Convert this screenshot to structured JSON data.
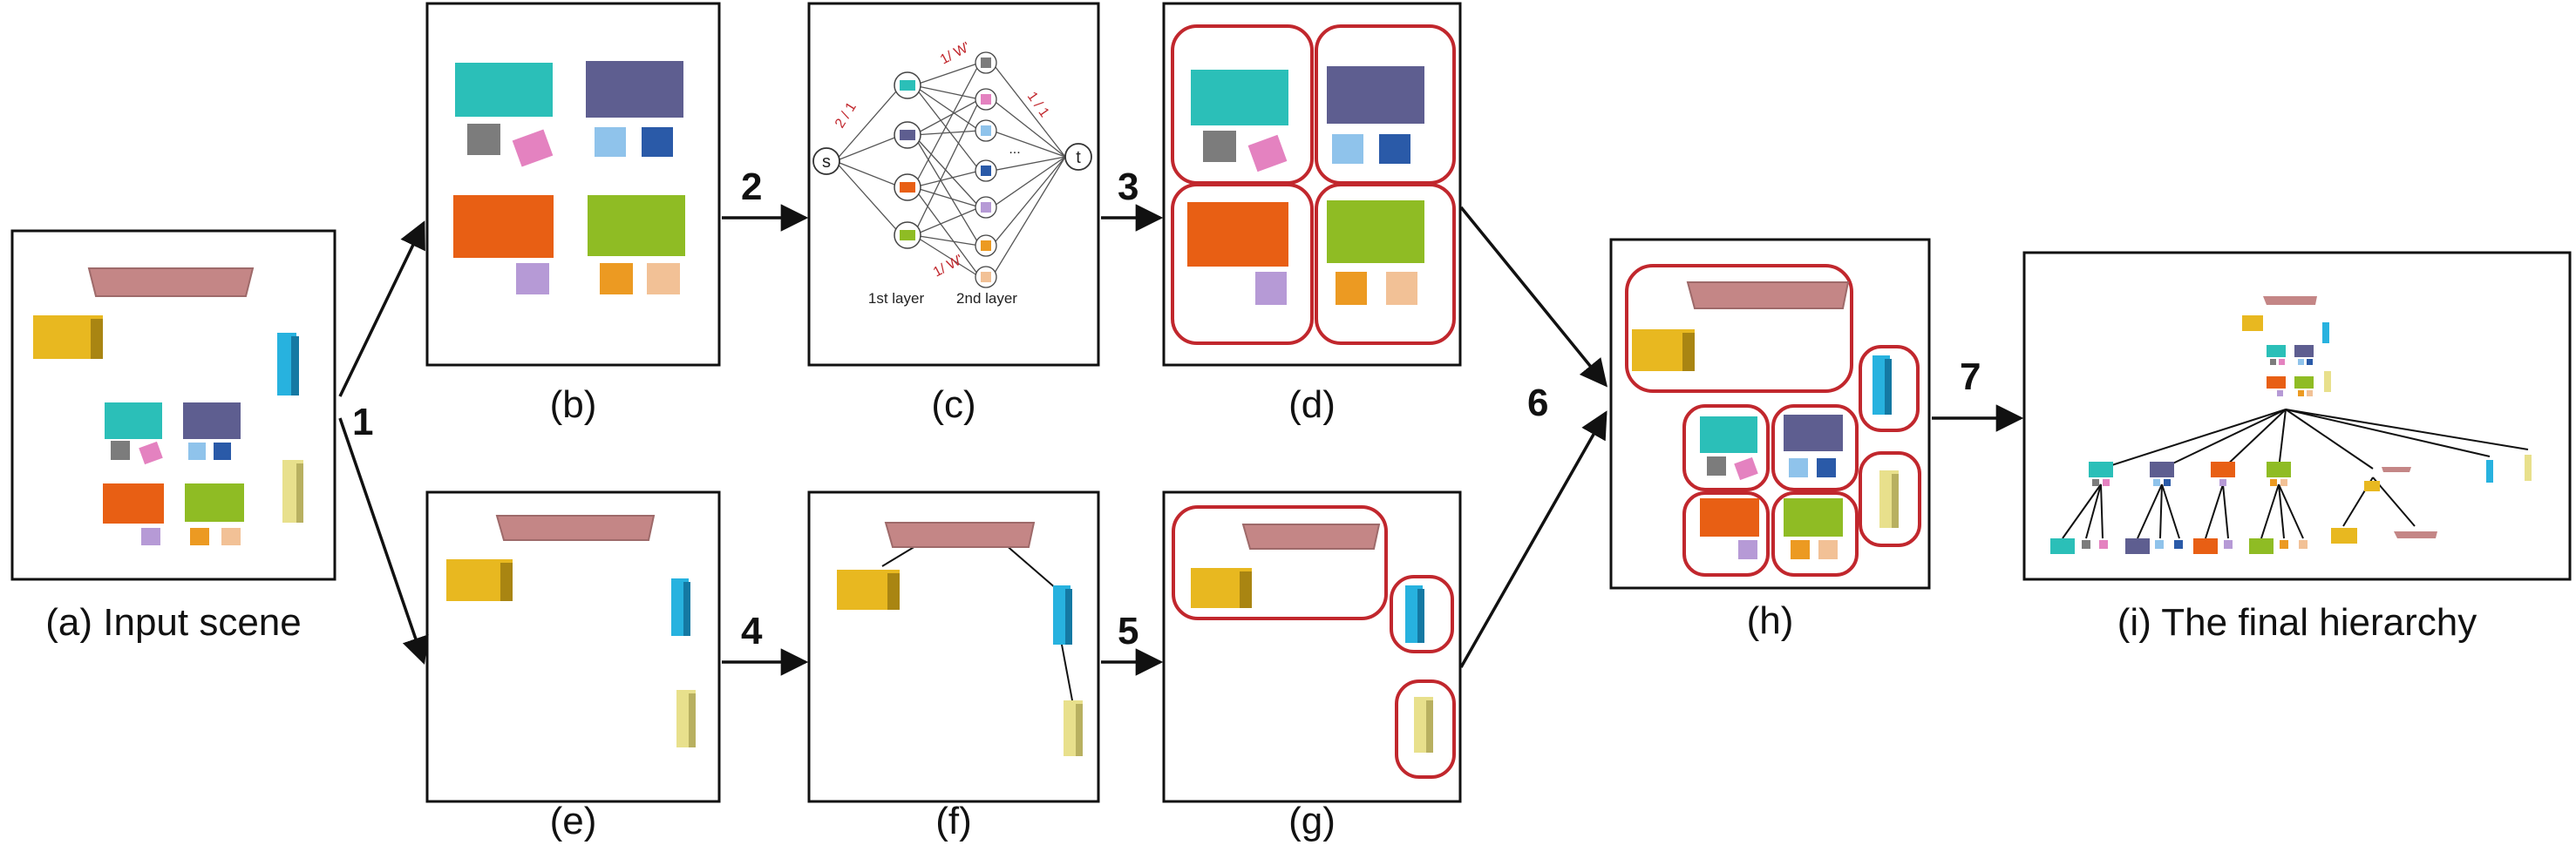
{
  "captions": {
    "a": "(a) Input scene",
    "b": "(b)",
    "c": "(c)",
    "d": "(d)",
    "e": "(e)",
    "f": "(f)",
    "g": "(g)",
    "h": "(h)",
    "i": "(i) The final hierarchy"
  },
  "steps": [
    "1",
    "2",
    "3",
    "4",
    "5",
    "6",
    "7"
  ],
  "graph": {
    "source": "s",
    "sink": "t",
    "layer1": "1st layer",
    "layer2": "2nd layer",
    "ellipsis": "...",
    "weight_labels": [
      "1/ W'",
      "2 / 1",
      "1 / 1",
      "1/ W'"
    ]
  },
  "colors": {
    "teal": "#2bbfb8",
    "slate": "#5e5e90",
    "orange": "#e85f14",
    "green": "#8fbc24",
    "gray": "#7c7c7c",
    "pink": "#e482c0",
    "lightblue": "#8fc3eb",
    "blue": "#2a5aa8",
    "lilac": "#b69ad6",
    "amber": "#ec9a22",
    "peach": "#f2c196",
    "shelf": "#c48686",
    "desk": "#e8b820",
    "cyan": "#27b2df",
    "lemon": "#e8e08c",
    "group": "#c1272d"
  }
}
